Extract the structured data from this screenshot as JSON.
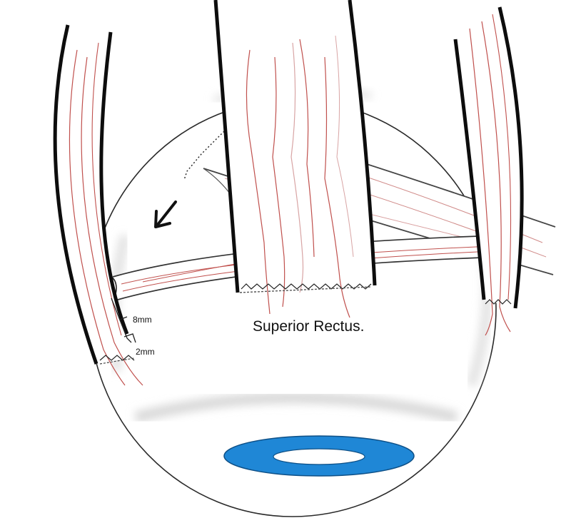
{
  "labels": {
    "muscle": "Superior Rectus.",
    "measure_upper": "8mm",
    "measure_lower": "2mm"
  },
  "colors": {
    "outline": "#111111",
    "fiber": "#c0504d",
    "globe_shade": "#cfcfcf",
    "cornea": "#1f87d6"
  },
  "icons": [
    "arrow-icon"
  ]
}
